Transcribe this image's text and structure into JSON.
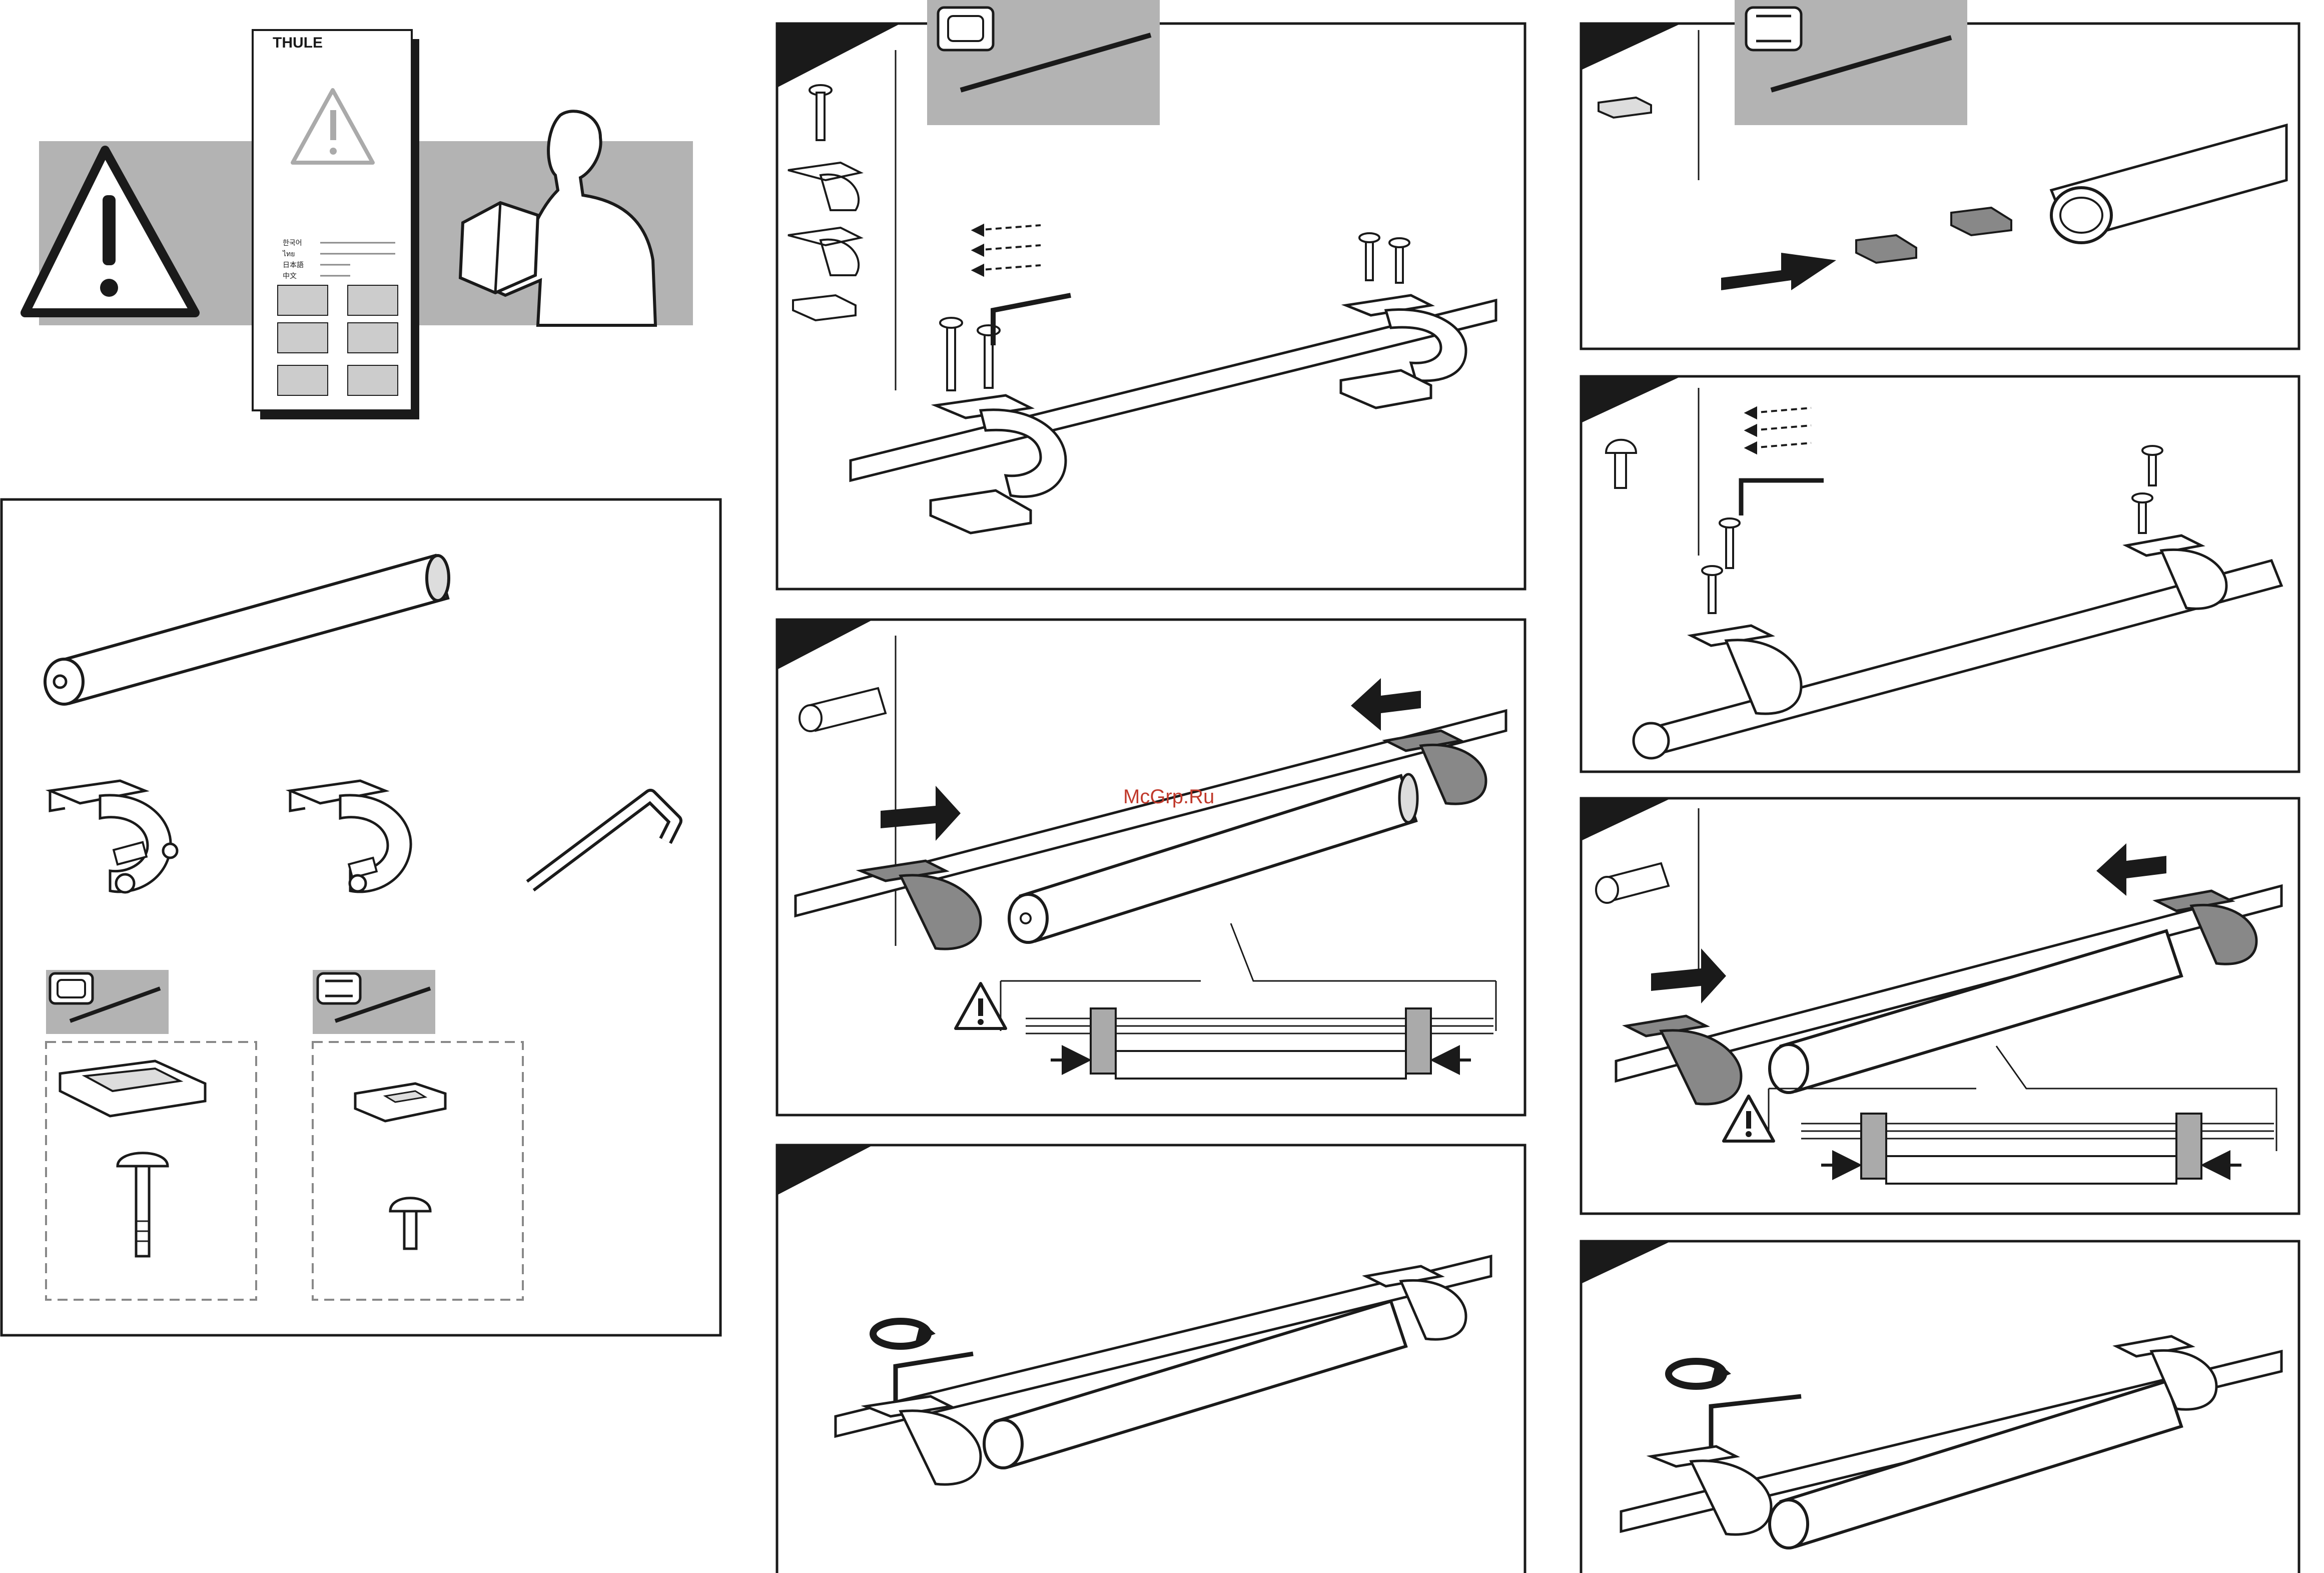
{
  "brand": {
    "name": "THULE"
  },
  "watermark": {
    "text": "McGrp.Ru"
  },
  "booklet": {
    "lines": [
      "한국어",
      "ไทย",
      "日本語",
      "中文"
    ]
  },
  "steps": [
    {
      "id": "A"
    },
    {
      "id": "B"
    },
    {
      "id": "C"
    },
    {
      "id": "D"
    },
    {
      "id": "E"
    },
    {
      "id": "F"
    },
    {
      "id": "G"
    }
  ],
  "icons": {
    "warning": "warning-triangle-icon",
    "rotate": "rotate-arrow-icon",
    "push": "push-arrow-icon"
  },
  "colors": {
    "ink": "#1a1a1a",
    "panel_gray": "#b3b3b3",
    "light_gray": "#d9d9d9",
    "watermark": "#c0392b"
  }
}
